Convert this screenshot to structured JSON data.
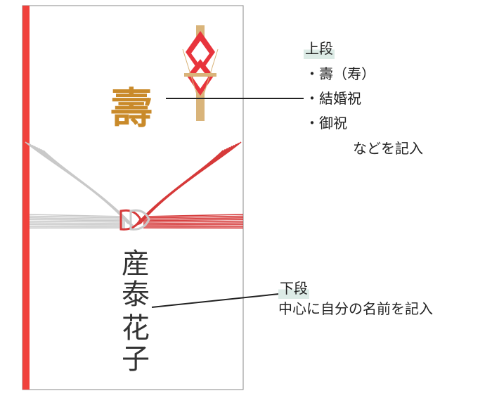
{
  "colors": {
    "red_band": "#f0413c",
    "red_cord": "#d63a3a",
    "white_cord": "#c9c9c9",
    "kotobuki_gold": "#c98a2a",
    "name_ink": "#333333",
    "noshi_red": "#e8343c",
    "noshi_stick": "#d9b47a",
    "highlight": "#dcebe6"
  },
  "envelope": {
    "kotobuki": "壽",
    "name_chars": [
      "産",
      "泰",
      "花",
      "子"
    ]
  },
  "upper": {
    "heading": "上段",
    "items": [
      "・壽（寿）",
      "・結婚祝",
      "・御祝"
    ],
    "note": "などを記入"
  },
  "lower": {
    "heading": "下段",
    "note": "中心に自分の名前を記入"
  }
}
